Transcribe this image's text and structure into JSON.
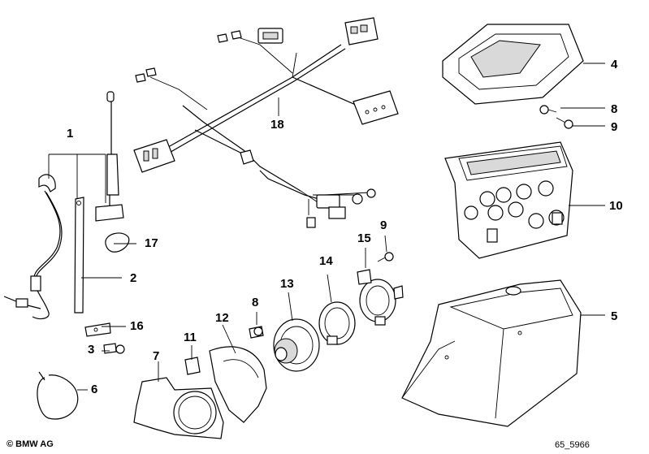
{
  "callouts": {
    "c1": "1",
    "c2": "2",
    "c3": "3",
    "c4": "4",
    "c5": "5",
    "c6": "6",
    "c7": "7",
    "c8a": "8",
    "c8b": "8",
    "c9a": "9",
    "c9b": "9",
    "c10": "10",
    "c11": "11",
    "c12": "12",
    "c13": "13",
    "c14": "14",
    "c15": "15",
    "c16": "16",
    "c17": "17",
    "c18": "18"
  },
  "footer": {
    "brand": "© BMW AG",
    "code": "65_5966"
  }
}
